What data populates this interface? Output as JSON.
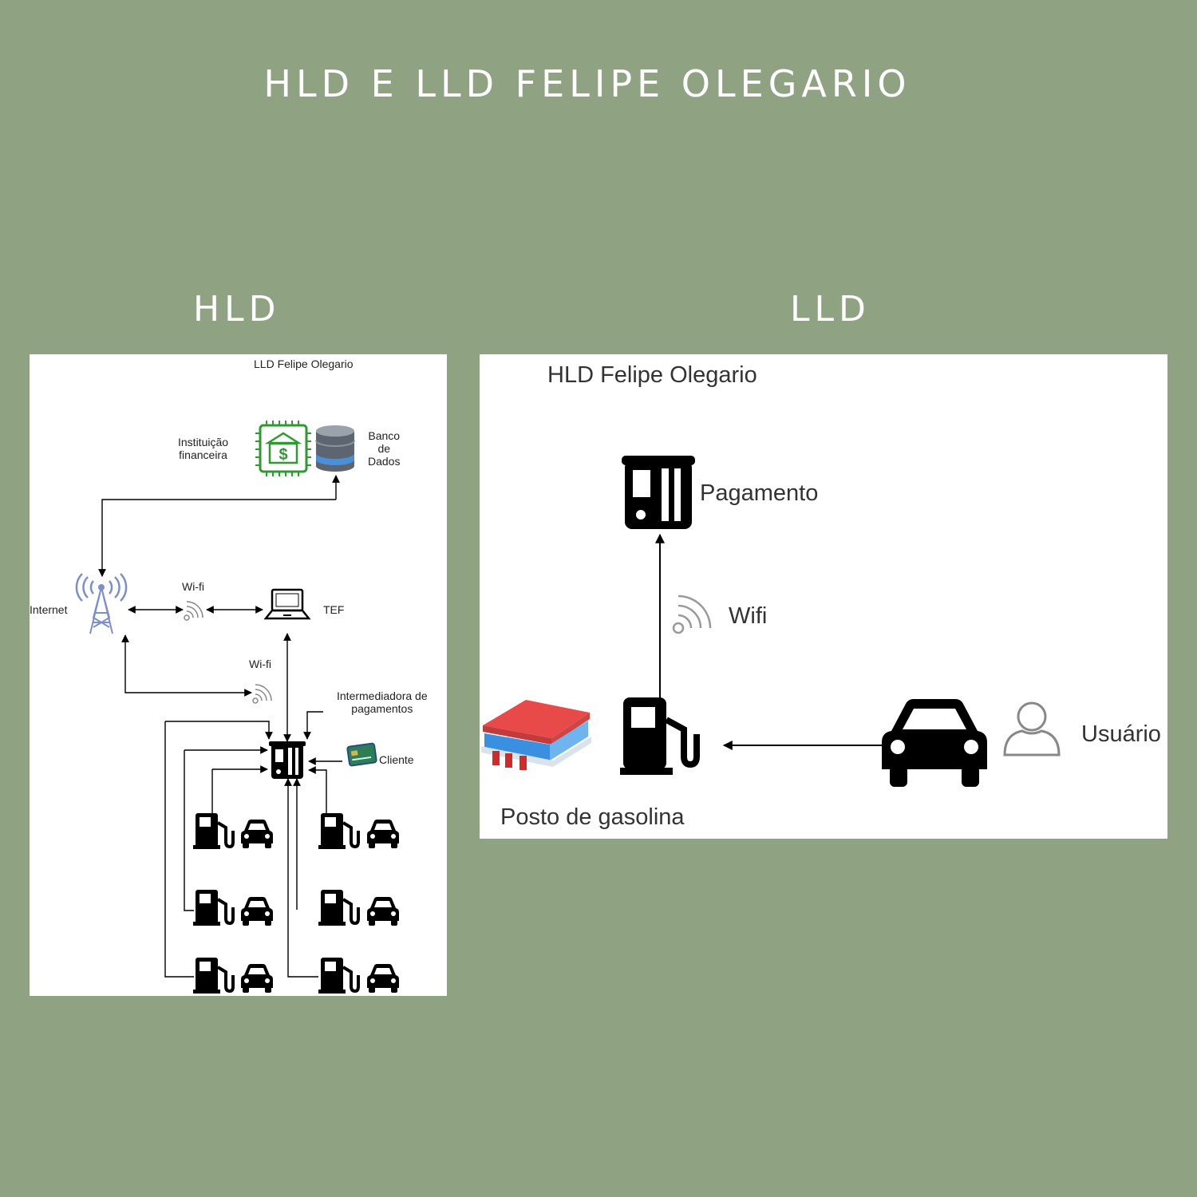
{
  "page": {
    "title": "HLD E LLD FELIPE OLEGARIO"
  },
  "sections": {
    "left_heading": "HLD",
    "right_heading": "LLD"
  },
  "left_diagram": {
    "title": "LLD Felipe Olegario",
    "labels": {
      "institution": "Instituição\nfinanceira",
      "database": "Banco\nde\nDados",
      "internet": "Internet",
      "wifi_top": "Wi-fi",
      "tef": "TEF",
      "wifi_bottom": "Wi-fi",
      "intermediary": "Intermediadora de\npagamentos",
      "client": "Cliente"
    }
  },
  "right_diagram": {
    "title": "HLD Felipe Olegario",
    "labels": {
      "payment": "Pagamento",
      "wifi": "Wifi",
      "user": "Usuário",
      "gas_station": "Posto de gasolina"
    }
  },
  "colors": {
    "background": "#8fa383",
    "panel": "#ffffff",
    "bank_green": "#2f9a2f",
    "tower_blue": "#7b8fd0",
    "database_blue": "#4a90d9"
  },
  "icons": [
    "bank-chip-icon",
    "database-icon",
    "antenna-tower-icon",
    "wifi-icon",
    "laptop-icon",
    "card-terminal-icon",
    "credit-card-icon",
    "fuel-pump-icon",
    "car-icon",
    "user-icon",
    "gas-station-building-icon"
  ]
}
